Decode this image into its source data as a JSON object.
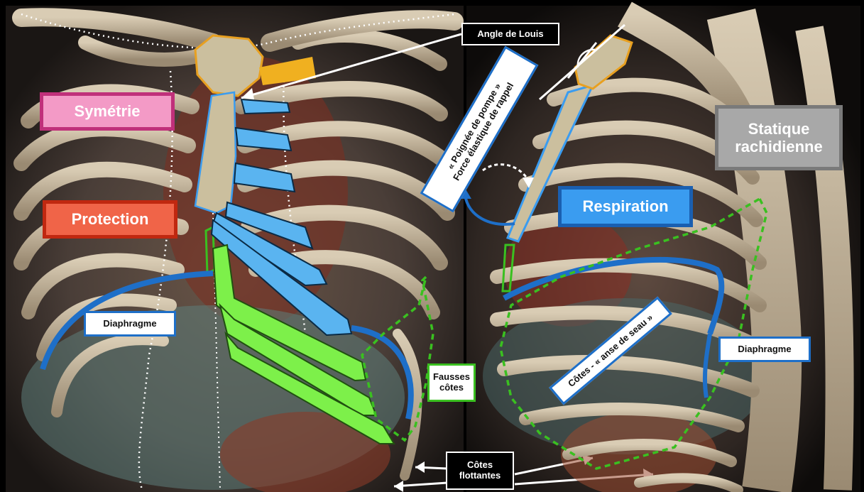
{
  "labels": {
    "angle_de_louis": "Angle de Louis",
    "symetrie": "Symétrie",
    "protection": "Protection",
    "diaphragme_left": "Diaphragme",
    "fausses_cotes_line1": "Fausses",
    "fausses_cotes_line2": "côtes",
    "cotes_flottantes_line1": "Côtes",
    "cotes_flottantes_line2": "flottantes",
    "pump_line1": "« Poignée de pompe »",
    "pump_line2": "Force élastique de rappel",
    "respiration": "Respiration",
    "statique_line1": "Statique",
    "statique_line2": "rachidienne",
    "bucket": "Côtes - « anse de seau »",
    "diaphragme_right": "Diaphragme"
  },
  "colors": {
    "background": "#000000",
    "bone": "#b9ab93",
    "sternum_outline": "#e8a020",
    "costal_cartilage_blue": "#5ab4f0",
    "false_ribs_green": "#7df04a",
    "diaphragm_blue": "#1e6fc8",
    "symetrie_fill": "#f39ac6",
    "symetrie_border": "#c0307a",
    "protection_fill": "#f06448",
    "protection_border": "#c02810",
    "respiration_fill": "#3a9cf0",
    "respiration_border": "#1a5fb0",
    "statique_fill": "#a8a8a8",
    "statique_border": "#7a7a7a",
    "label_border_blue": "#1e6fc8",
    "label_border_green": "#3ac020"
  },
  "icons": [
    "arrow-icon",
    "angle-icon",
    "curved-arrow-icon"
  ]
}
